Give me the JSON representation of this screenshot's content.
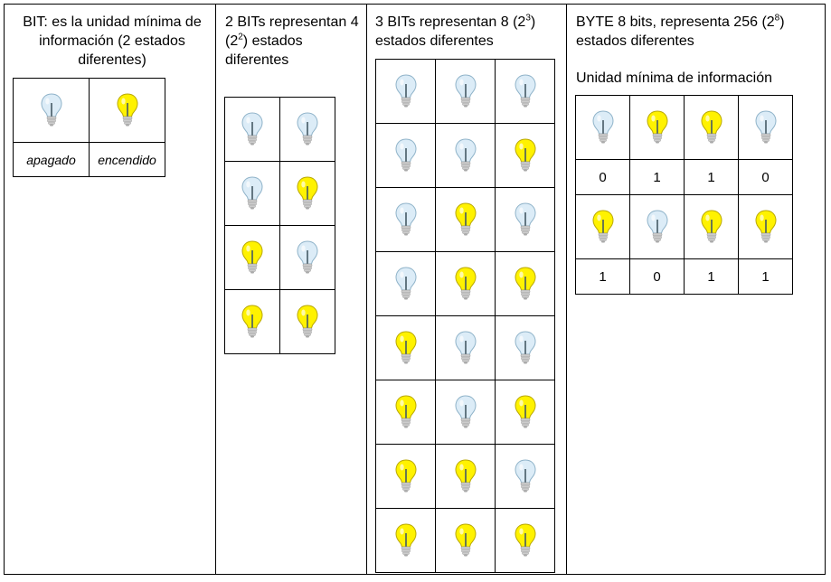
{
  "columns": {
    "bit": {
      "heading": "BIT: es la unidad mínima de información (2 estados diferentes)",
      "states": [
        "off",
        "on"
      ],
      "labels": [
        "apagado",
        "encendido"
      ]
    },
    "two_bits": {
      "heading_pre": "2 BITs representan 4 (2",
      "heading_exp": "2",
      "heading_post": ") estados diferentes",
      "rows": [
        [
          "off",
          "off"
        ],
        [
          "off",
          "on"
        ],
        [
          "on",
          "off"
        ],
        [
          "on",
          "on"
        ]
      ]
    },
    "three_bits": {
      "heading_pre": "3 BITs representan 8 (2",
      "heading_exp": "3",
      "heading_post": ") estados diferentes",
      "rows": [
        [
          "off",
          "off",
          "off"
        ],
        [
          "off",
          "off",
          "on"
        ],
        [
          "off",
          "on",
          "off"
        ],
        [
          "off",
          "on",
          "on"
        ],
        [
          "on",
          "off",
          "off"
        ],
        [
          "on",
          "off",
          "on"
        ],
        [
          "on",
          "on",
          "off"
        ],
        [
          "on",
          "on",
          "on"
        ]
      ]
    },
    "byte": {
      "heading_pre": "BYTE 8 bits, representa 256 (2",
      "heading_exp": "8",
      "heading_post": ") estados diferentes",
      "subheading": "Unidad mínima de información",
      "row1_states": [
        "off",
        "on",
        "on",
        "off"
      ],
      "row1_digits": [
        "0",
        "1",
        "1",
        "0"
      ],
      "row2_states": [
        "on",
        "off",
        "on",
        "on"
      ],
      "row2_digits": [
        "1",
        "0",
        "1",
        "1"
      ]
    }
  },
  "icons": {
    "bulb_on": "lightbulb-on-icon",
    "bulb_off": "lightbulb-off-icon"
  },
  "colors": {
    "on_fill": "#fff200",
    "on_stroke": "#b9a800",
    "off_fill": "#dcecf7",
    "off_stroke": "#8fb3c9",
    "base": "#cccccc",
    "filament": "#455a64"
  }
}
